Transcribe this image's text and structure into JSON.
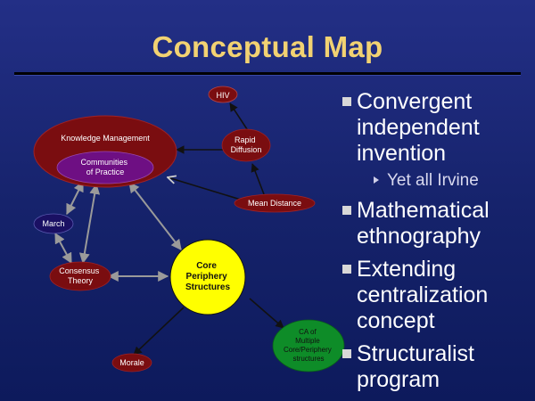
{
  "slide": {
    "title": "Conceptual Map"
  },
  "nodes": {
    "hiv": "HIV",
    "knowledge_management": "Knowledge Management",
    "communities_of_practice": [
      "Communities",
      "of Practice"
    ],
    "rapid_diffusion": [
      "Rapid",
      "Diffusion"
    ],
    "mean_distance": "Mean Distance",
    "march": "March",
    "consensus_theory": [
      "Consensus",
      "Theory"
    ],
    "core_periphery": [
      "Core",
      "Periphery",
      "Structures"
    ],
    "morale": "Morale",
    "ca_multiple": [
      "CA of",
      "Multiple",
      "Core/Periphery",
      "structures"
    ]
  },
  "bullets": [
    {
      "text": "Convergent independent invention",
      "subs": [
        "Yet all Irvine"
      ]
    },
    {
      "text": "Mathematical ethnography",
      "subs": []
    },
    {
      "text": "Extending centralization concept",
      "subs": []
    },
    {
      "text": "Structuralist program",
      "subs": []
    }
  ],
  "colors": {
    "title": "#f2d272",
    "maroon_node": "#7a0d10",
    "purple_node": "#6e0f83",
    "navy_node": "#1a1063",
    "core_node": "#ffff00",
    "arrow_dark": "#111111",
    "arrow_gray": "#9a9a9a"
  }
}
